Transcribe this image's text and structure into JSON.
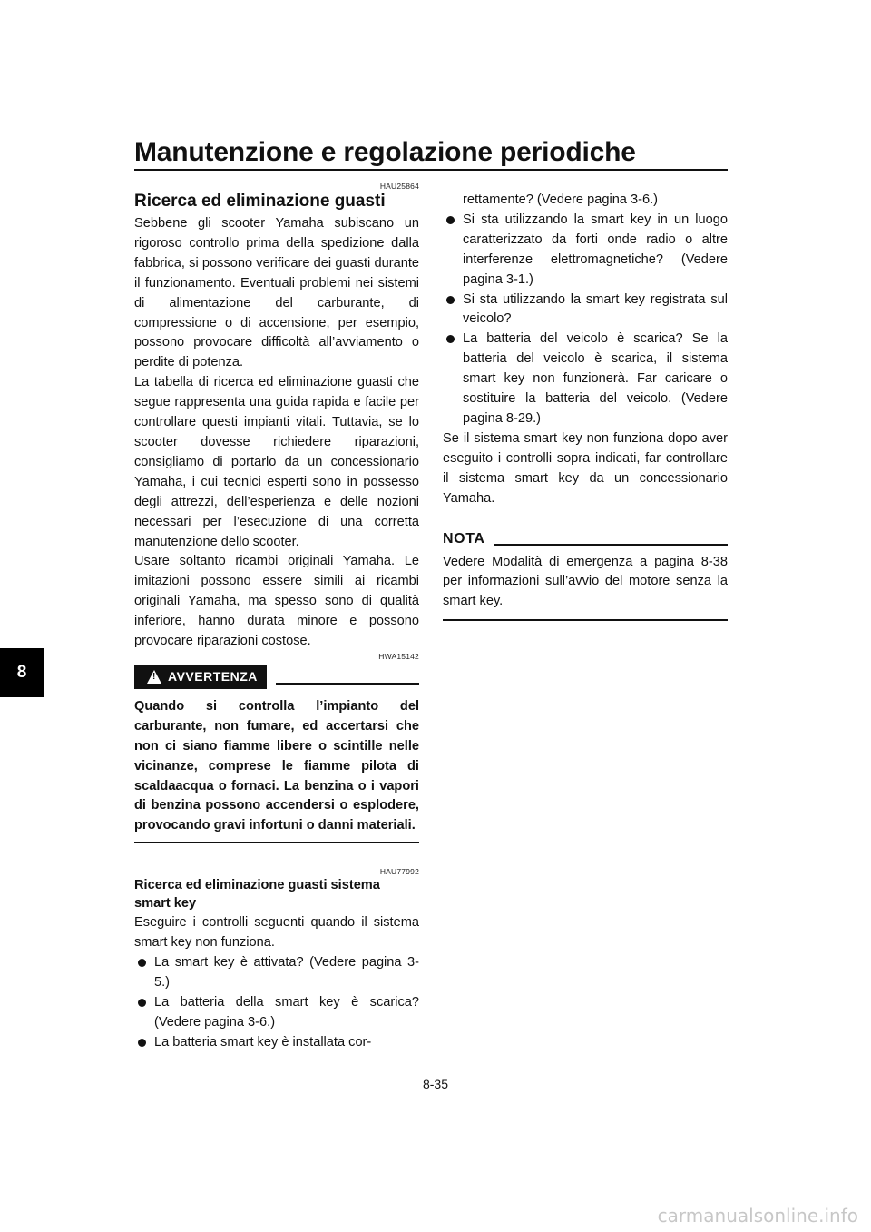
{
  "header": {
    "title": "Manutenzione e regolazione periodiche"
  },
  "side_tab": {
    "chapter": "8"
  },
  "left": {
    "code1": "HAU25864",
    "h1": "Ricerca ed eliminazione guasti",
    "p1": "Sebbene gli scooter Yamaha subiscano un rigoroso controllo prima della spedizione dalla fabbrica, si possono verificare dei guasti durante il funzionamento. Eventuali problemi nei sistemi di alimentazione del carburante, di compressione o di accensione, per esempio, possono provocare difficoltà all’avviamento o perdite di potenza.",
    "p2": "La tabella di ricerca ed eliminazione guasti che segue rappresenta una guida rapida e facile per controllare questi impianti vitali. Tuttavia, se lo scooter dovesse richiedere riparazioni, consigliamo di portarlo da un concessionario Yamaha, i cui tecnici esperti sono in possesso degli attrezzi, dell’esperienza e delle nozioni necessari per l’esecuzione di una corretta manutenzione dello scooter.",
    "p3": "Usare soltanto ricambi originali Yamaha. Le imitazioni possono essere simili ai ricambi originali Yamaha, ma spesso sono di qualità inferiore, hanno durata minore e possono provocare riparazioni costose.",
    "code2": "HWA15142",
    "warning_label": "AVVERTENZA",
    "warning_text": "Quando si controlla l’impianto del carburante, non fumare, ed accertarsi che non ci siano fiamme libere o scintille nelle vicinanze, comprese le fiamme pilota di scaldaacqua o fornaci. La benzina o i vapori di benzina possono accendersi o esplodere, provocando gravi infortuni o danni materiali.",
    "code3": "HAU77992",
    "h2": "Ricerca ed eliminazione guasti sistema smart key",
    "p4": "Eseguire i controlli seguenti quando il sistema smart key non funziona.",
    "bullets": [
      "La smart key è attivata? (Vedere pagina 3-5.)",
      "La batteria della smart key è scarica? (Vedere pagina 3-6.)",
      "La batteria smart key è installata cor-"
    ]
  },
  "right": {
    "cont": "rettamente? (Vedere pagina 3-6.)",
    "bullets": [
      "Si sta utilizzando la smart key in un luogo caratterizzato da forti onde radio o altre interferenze elettromagnetiche? (Vedere pagina 3-1.)",
      "Si sta utilizzando la smart key registrata sul veicolo?",
      "La batteria del veicolo è scarica? Se la batteria del veicolo è scarica, il sistema smart key non funzionerà. Far caricare o sostituire la batteria del veicolo. (Vedere pagina 8-29.)"
    ],
    "p1": "Se il sistema smart key non funziona dopo aver eseguito i controlli sopra indicati, far controllare il sistema smart key da un concessionario Yamaha.",
    "note_label": "NOTA",
    "note_text": "Vedere Modalità di emergenza a pagina 8-38 per informazioni sull’avvio del motore senza la smart key."
  },
  "footer": {
    "page": "8-35"
  },
  "watermark": "carmanualsonline.info"
}
